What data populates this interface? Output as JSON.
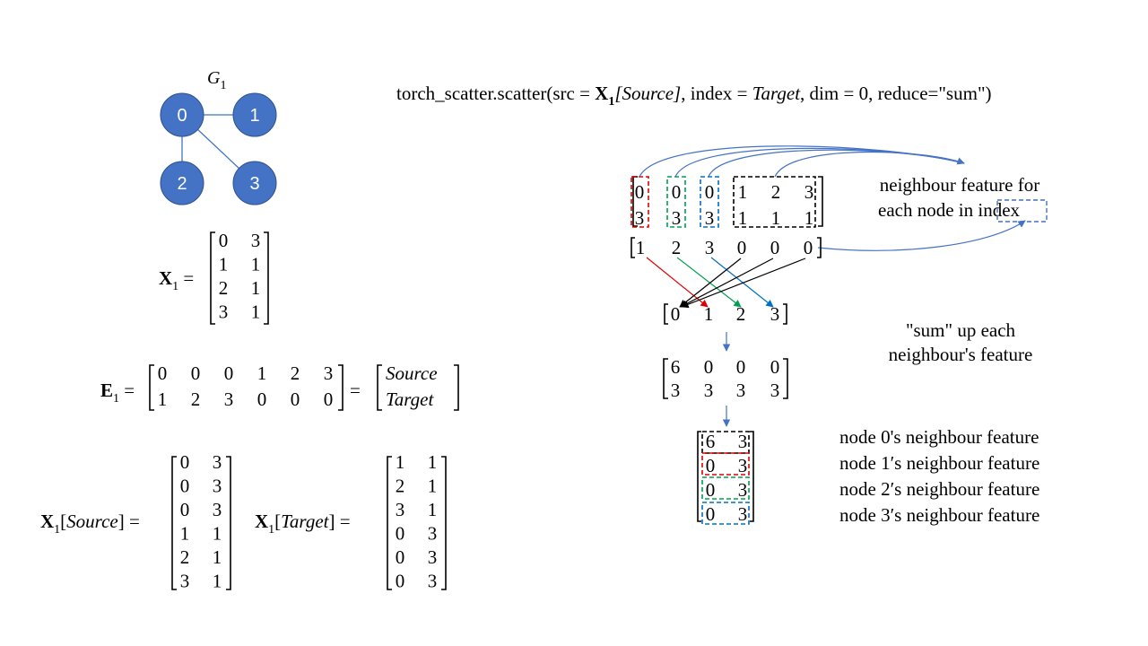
{
  "colors": {
    "node_fill": "#4472C4",
    "node_stroke": "#2F528F",
    "edge": "#4472C4",
    "red": "#E00000",
    "green": "#00A050",
    "blue": "#0070C0",
    "black": "#000000"
  },
  "graph": {
    "title_base": "G",
    "title_sub": "1",
    "nodes": [
      {
        "id": "0"
      },
      {
        "id": "1"
      },
      {
        "id": "2"
      },
      {
        "id": "3"
      }
    ],
    "edges": [
      [
        "0",
        "1"
      ],
      [
        "0",
        "2"
      ],
      [
        "0",
        "3"
      ]
    ]
  },
  "formula": {
    "fn": "torch_scatter.scatter(src",
    "eq": "=",
    "X": "X",
    "sub1": "1",
    "src_arg": "[Source]",
    "index_kw": ", index",
    "target": "Target",
    "dim": ", dim",
    "zero": "0",
    "reduce": ", reduce=\"sum\")"
  },
  "X1": {
    "label": "X",
    "sub": "1",
    "rows": [
      [
        "0",
        "3"
      ],
      [
        "1",
        "1"
      ],
      [
        "2",
        "1"
      ],
      [
        "3",
        "1"
      ]
    ]
  },
  "E1": {
    "label": "E",
    "sub": "1",
    "rows": [
      [
        "0",
        "0",
        "0",
        "1",
        "2",
        "3"
      ],
      [
        "1",
        "2",
        "3",
        "0",
        "0",
        "0"
      ]
    ],
    "rhs": [
      "Source",
      "Target"
    ]
  },
  "X1_source": {
    "bracket_label": "Source",
    "rows": [
      [
        "0",
        "3"
      ],
      [
        "0",
        "3"
      ],
      [
        "0",
        "3"
      ],
      [
        "1",
        "1"
      ],
      [
        "2",
        "1"
      ],
      [
        "3",
        "1"
      ]
    ]
  },
  "X1_target": {
    "bracket_label": "Target",
    "rows": [
      [
        "1",
        "1"
      ],
      [
        "2",
        "1"
      ],
      [
        "3",
        "1"
      ],
      [
        "0",
        "3"
      ],
      [
        "0",
        "3"
      ],
      [
        "0",
        "3"
      ]
    ]
  },
  "gathered": {
    "cols": [
      {
        "top": "0",
        "bottom": "3",
        "color": "red"
      },
      {
        "top": "0",
        "bottom": "3",
        "color": "green"
      },
      {
        "top": "0",
        "bottom": "3",
        "color": "blue"
      },
      {
        "top": "1",
        "bottom": "1",
        "color": "black"
      },
      {
        "top": "2",
        "bottom": "1",
        "color": "black"
      },
      {
        "top": "3",
        "bottom": "1",
        "color": "black"
      }
    ]
  },
  "index_vec": [
    "1",
    "2",
    "3",
    "0",
    "0",
    "0"
  ],
  "index_colors": [
    "red",
    "green",
    "blue",
    "black",
    "black",
    "black"
  ],
  "out_idx": [
    "0",
    "1",
    "2",
    "3"
  ],
  "out_idx_colors": [
    "black",
    "red",
    "green",
    "blue"
  ],
  "summed": {
    "rows": [
      [
        "6",
        "0",
        "0",
        "0"
      ],
      [
        "3",
        "3",
        "3",
        "3"
      ]
    ],
    "colors": [
      "black",
      "red",
      "green",
      "blue"
    ]
  },
  "result": {
    "rows": [
      [
        "6",
        "3"
      ],
      [
        "0",
        "3"
      ],
      [
        "0",
        "3"
      ],
      [
        "0",
        "3"
      ]
    ],
    "colors": [
      "black",
      "red",
      "green",
      "blue"
    ]
  },
  "annotations": {
    "neighbour_line1": "neighbour feature for",
    "neighbour_line2": "each node in ",
    "index_word": "index",
    "sum_line1": "\"sum\" up each",
    "sum_line2": "neighbour's feature"
  },
  "legend": [
    {
      "text": "node 0's neighbour feature",
      "color": "black"
    },
    {
      "text": "node 1′s neighbour feature",
      "color": "red"
    },
    {
      "text": "node 2′s neighbour feature",
      "color": "green"
    },
    {
      "text": "node 3′s neighbour feature",
      "color": "blue"
    }
  ]
}
